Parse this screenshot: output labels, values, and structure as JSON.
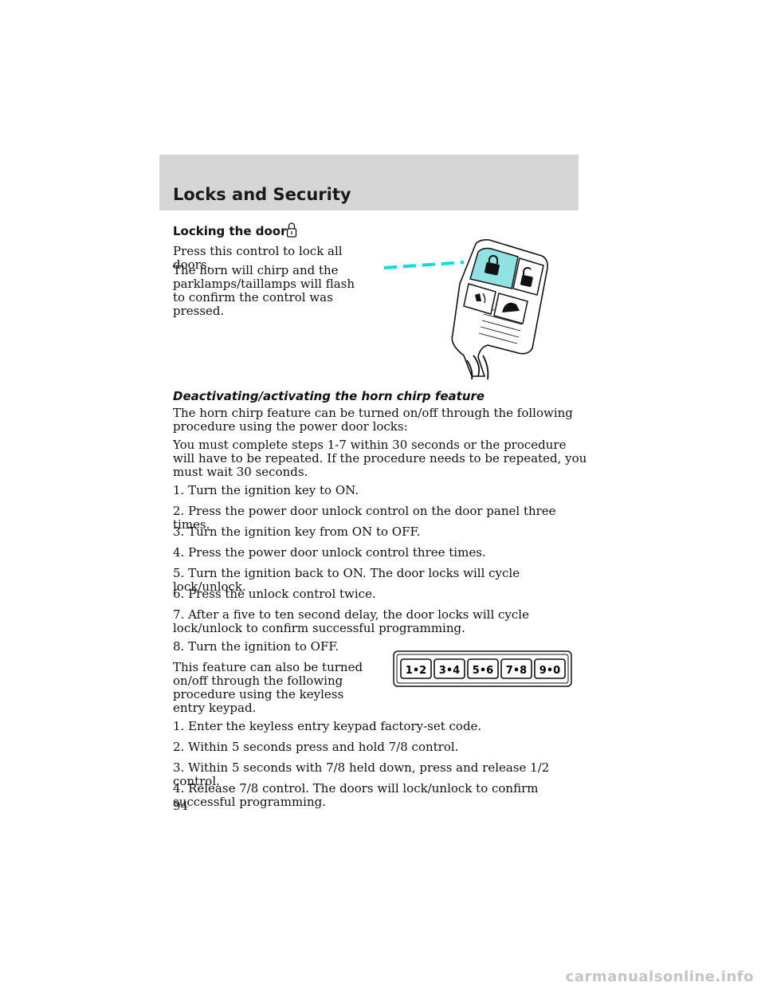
{
  "header": {
    "title": "Locks and Security"
  },
  "section": {
    "title": "Locking the doors",
    "lock_paragraphs": [
      "Press this control to lock all doors.",
      "The horn will chirp and the parklamps/taillamps will flash to confirm the control was pressed."
    ]
  },
  "subsection": {
    "title": "Deactivating/activating the horn chirp feature",
    "paragraphs": [
      "The horn chirp feature can be turned on/off through the following procedure using the power door locks:",
      "You must complete steps 1-7 within 30 seconds or the procedure will have to be repeated. If the procedure needs to be repeated, you must wait 30 seconds.",
      "1. Turn the ignition key to ON.",
      "2. Press the power door unlock control on the door panel three times.",
      "3. Turn the ignition key from ON to OFF.",
      "4. Press the power door unlock control three times.",
      "5. Turn the ignition back to ON. The door locks will cycle lock/unlock.",
      "6. Press the unlock control twice.",
      "7. After a five to ten second delay, the door locks will cycle lock/unlock to confirm successful programming.",
      "8. Turn the ignition to OFF.",
      "This feature can also be turned on/off through the following procedure using the keyless entry keypad.",
      "1. Enter the keyless entry keypad factory-set code.",
      "2. Within 5 seconds press and hold 7/8 control.",
      "3. Within 5 seconds with 7/8 held down, press and release 1/2 control.",
      "4. Release 7/8 control. The doors will lock/unlock to confirm successful programming."
    ]
  },
  "keypad": {
    "buttons": [
      "1•2",
      "3•4",
      "5•6",
      "7•8",
      "9•0"
    ]
  },
  "page_number": "94",
  "watermark": "carmanualsonline.info",
  "colors": {
    "header_band": "#d6d6d6",
    "highlight": "#00e0e0",
    "fob_highlight": "#8fe3e3"
  }
}
